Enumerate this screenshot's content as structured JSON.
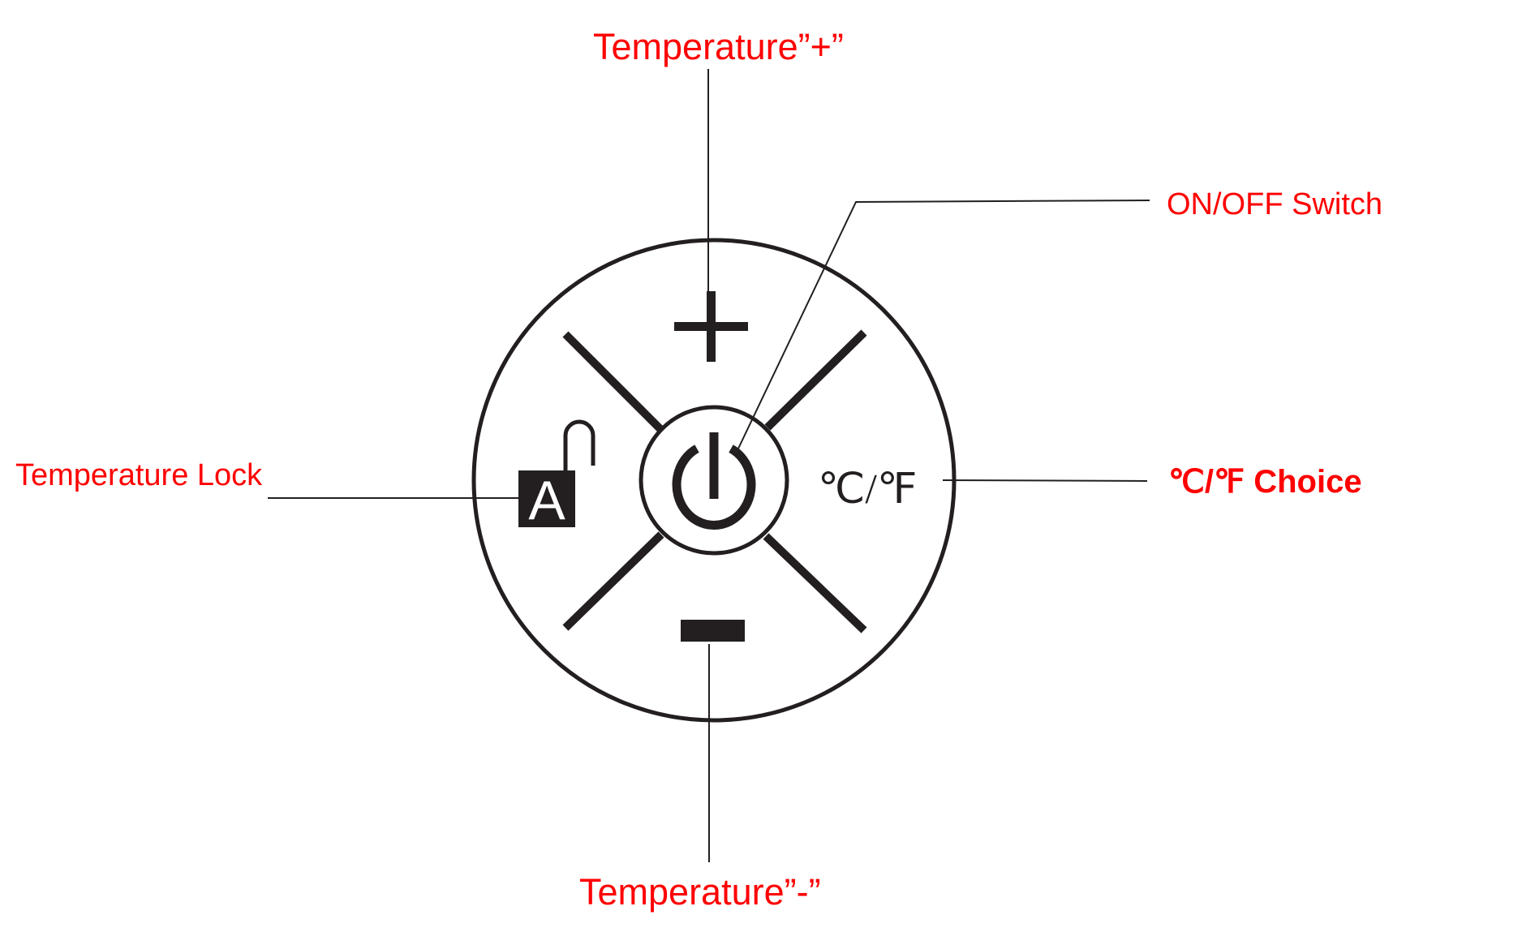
{
  "labels": {
    "temp_plus": "Temperature”+”",
    "temp_minus": "Temperature”-”",
    "on_off": "ON/OFF Switch",
    "unit_choice": "℃/℉ Choice",
    "temp_lock": "Temperature Lock"
  },
  "panel": {
    "lock_letter": "A",
    "unit_symbol": "℃/℉",
    "icons": [
      "plus-icon",
      "minus-icon",
      "power-icon",
      "lock-open-icon"
    ]
  },
  "colors": {
    "label": "#ff0000",
    "line": "#231f20"
  }
}
